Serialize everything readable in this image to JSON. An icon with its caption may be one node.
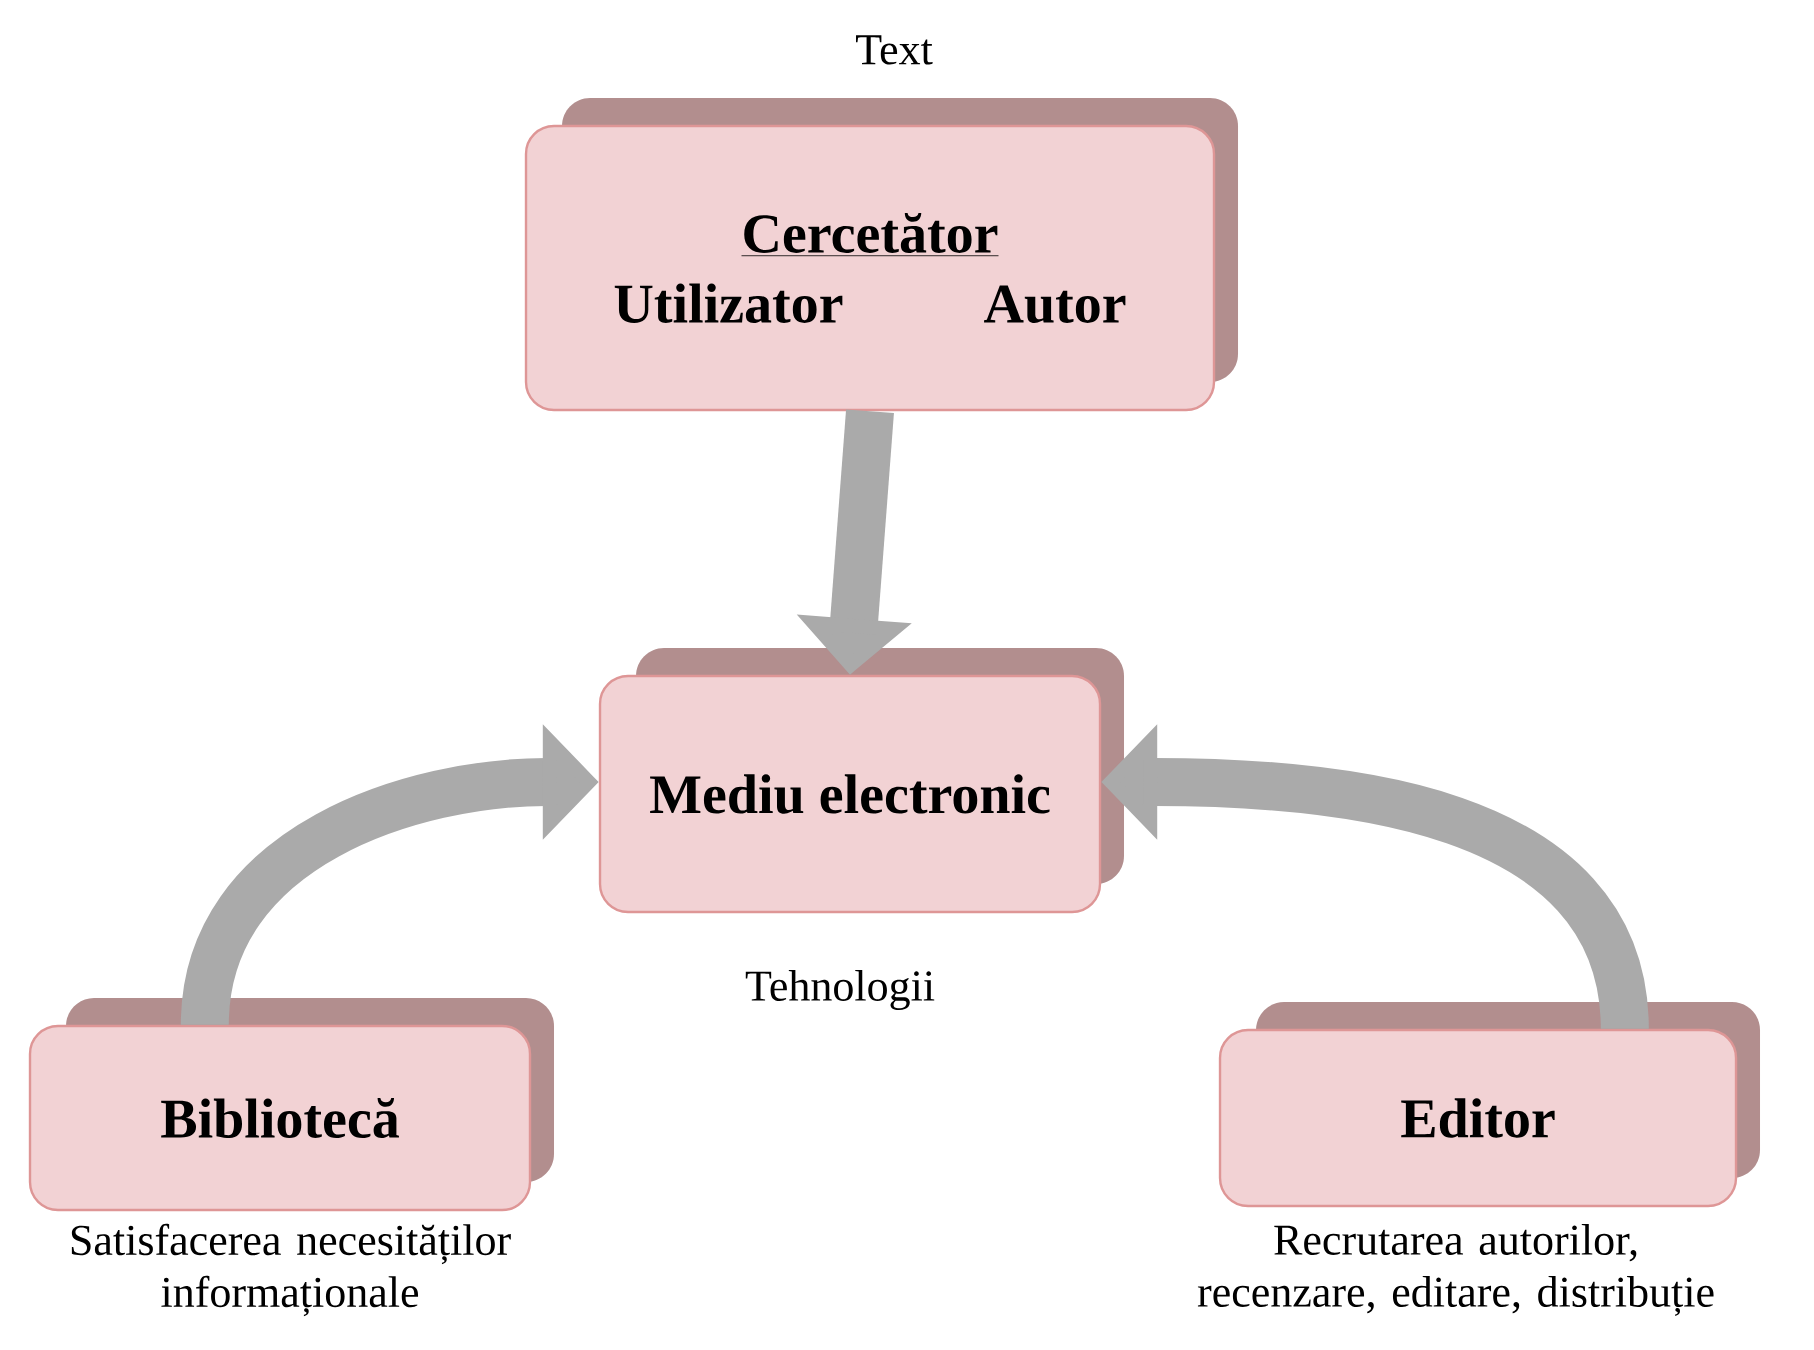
{
  "diagram": {
    "nodes": [
      {
        "text": [
          "Cercetător",
          "Utilizator",
          "Autor"
        ],
        "beside": [
          "Text"
        ]
      },
      {
        "text": [
          "Mediu electronic"
        ],
        "beside": [
          "Tehnologii"
        ]
      },
      {
        "text": [
          "Bibliotecă"
        ],
        "beside": [
          "Satisfacerea necesităților informaționale"
        ]
      },
      {
        "text": [
          "Editor"
        ],
        "beside": [
          "Recrutarea autorilor, recenzare, editare, distribuție"
        ]
      }
    ],
    "edges": [
      {
        "from": 0,
        "to": 1,
        "arrow": "to"
      },
      {
        "from": 2,
        "to": 1,
        "arrow": "to"
      },
      {
        "from": 3,
        "to": 1,
        "arrow": "to"
      }
    ]
  }
}
